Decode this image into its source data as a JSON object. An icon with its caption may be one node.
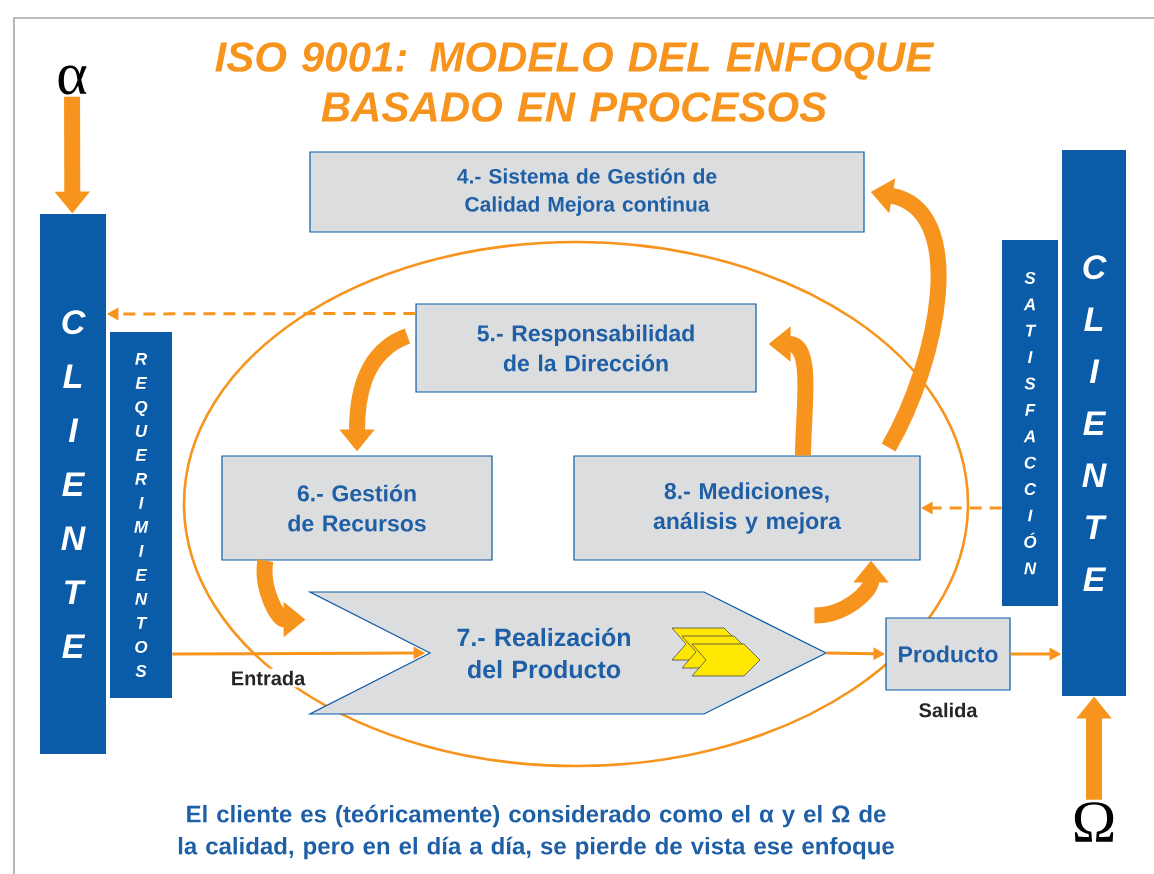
{
  "diagram": {
    "title": "ISO 9001: MODELO DEL ENFOQUE BASADO EN PROCESOS",
    "caption": "El cliente es (teóricamente) considerado como el α y el Ω de la calidad, pero en el día a día, se pierde de vista ese enfoque",
    "nodes": [
      {
        "text": [
          "CLIENTE"
        ]
      },
      {
        "text": [
          "REQUERIMIENTOS"
        ]
      },
      {
        "text": [
          "4.- Sistema de Gestión de Calidad Mejora continua"
        ]
      },
      {
        "text": [
          "5.- Responsabilidad de la Dirección"
        ]
      },
      {
        "text": [
          "6.- Gestión de Recursos"
        ]
      },
      {
        "text": [
          "8.- Mediciones, análisis y mejora"
        ]
      },
      {
        "text": [
          "7.- Realización del Producto"
        ]
      },
      {
        "text": [
          "Producto"
        ],
        "beside": [
          "Salida"
        ]
      },
      {
        "text": [
          "SATISFACCIÓN"
        ]
      },
      {
        "text": [
          "CLIENTE"
        ]
      },
      {
        "text": [
          "α"
        ]
      },
      {
        "text": [
          "Ω"
        ]
      }
    ],
    "edges": [
      {
        "from": 10,
        "to": 0,
        "arrow": "to"
      },
      {
        "from": 11,
        "to": 9,
        "arrow": "to"
      },
      {
        "from": 1,
        "to": 6,
        "arrow": "to",
        "label": "Entrada"
      },
      {
        "from": 6,
        "to": 7,
        "arrow": "to"
      },
      {
        "from": 7,
        "to": 9,
        "arrow": "to"
      },
      {
        "from": 3,
        "to": 0,
        "arrow": "to",
        "style": "dashed"
      },
      {
        "from": 8,
        "to": 5,
        "arrow": "to",
        "style": "dashed"
      },
      {
        "from": 3,
        "to": 4,
        "arrow": "to"
      },
      {
        "from": 4,
        "to": 6,
        "arrow": "to"
      },
      {
        "from": 6,
        "to": 5,
        "arrow": "to"
      },
      {
        "from": 5,
        "to": 3,
        "arrow": "to"
      },
      {
        "from": 5,
        "to": 2,
        "arrow": "to"
      }
    ]
  }
}
